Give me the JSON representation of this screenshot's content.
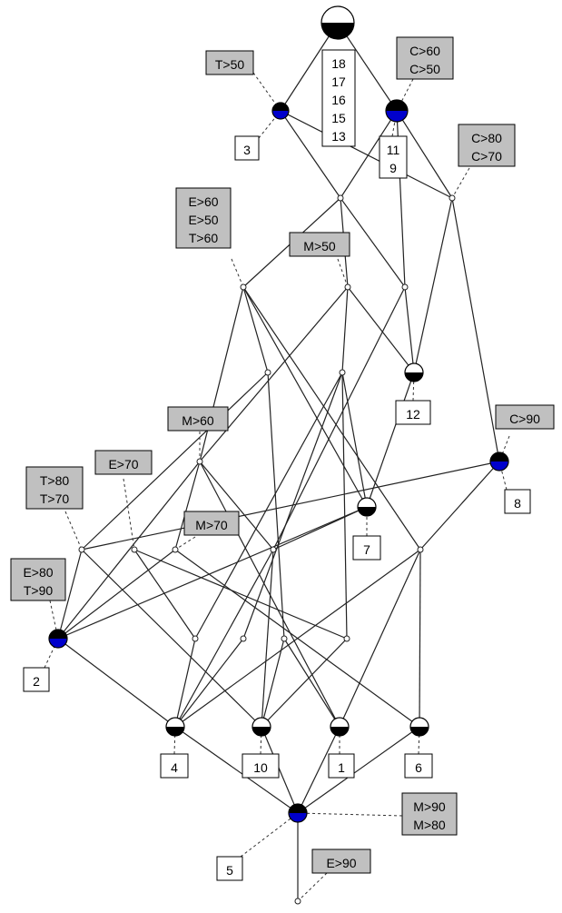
{
  "colors": {
    "background": "#ffffff",
    "line": "#222222",
    "node_fill": "#ffffff",
    "node_dark": "#000000",
    "node_blue": "#0000cc",
    "attr_label_bg": "#c0c0c0",
    "object_label_bg": "#ffffff"
  },
  "attribute_labels": {
    "t50": [
      "T>50"
    ],
    "c60": [
      "C>60",
      "C>50"
    ],
    "c80": [
      "C>80",
      "C>70"
    ],
    "e60": [
      "E>60",
      "E>50",
      "T>60"
    ],
    "m50": [
      "M>50"
    ],
    "m60": [
      "M>60"
    ],
    "c90": [
      "C>90"
    ],
    "e70": [
      "E>70"
    ],
    "t80": [
      "T>80",
      "T>70"
    ],
    "m70": [
      "M>70"
    ],
    "e80": [
      "E>80",
      "T>90"
    ],
    "m90": [
      "M>90",
      "M>80"
    ],
    "e90": [
      "E>90"
    ]
  },
  "object_labels": {
    "top": [
      "18",
      "17",
      "16",
      "15",
      "13"
    ],
    "o3": [
      "3"
    ],
    "o11": [
      "11",
      "9"
    ],
    "o12": [
      "12"
    ],
    "o8": [
      "8"
    ],
    "o7": [
      "7"
    ],
    "o2": [
      "2"
    ],
    "o4": [
      "4"
    ],
    "o10": [
      "10"
    ],
    "o1": [
      "1"
    ],
    "o6": [
      "6"
    ],
    "o5": [
      "5"
    ]
  }
}
